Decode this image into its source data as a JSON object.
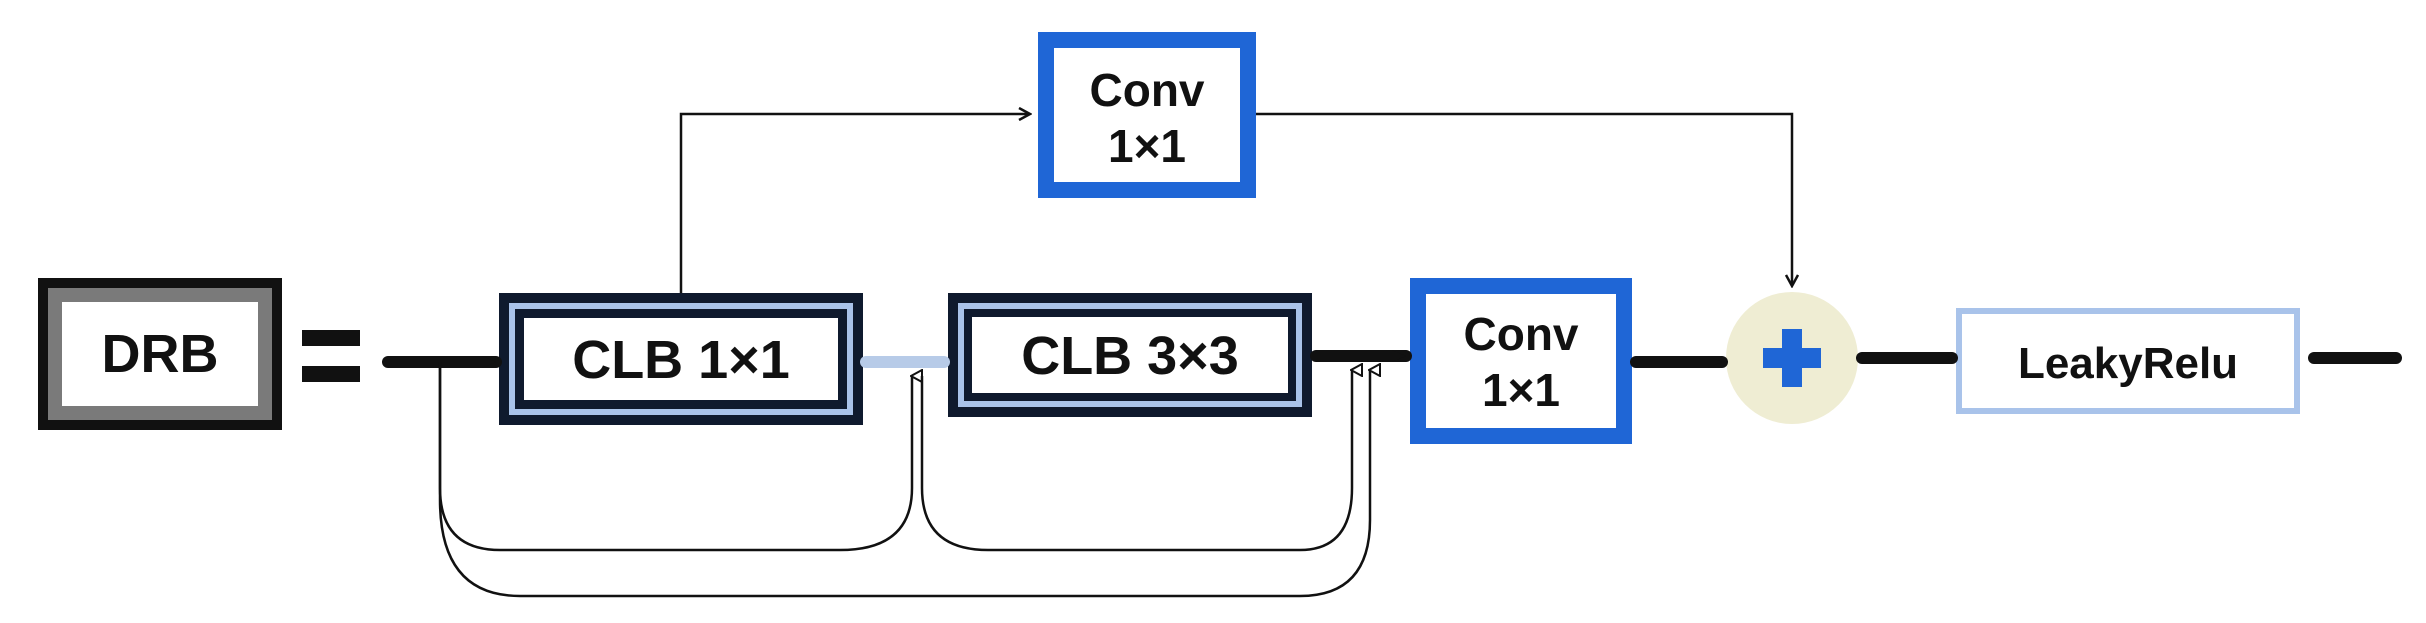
{
  "diagram": {
    "drb_label": "DRB",
    "equals_sign": "=",
    "clb1_label": "CLB 1×1",
    "clb3_label": "CLB 3×3",
    "conv_top_line1": "Conv",
    "conv_top_line2": "1×1",
    "conv_mid_line1": "Conv",
    "conv_mid_line2": "1×1",
    "add_symbol": "+",
    "leaky_label": "LeakyRelu"
  },
  "colors": {
    "black": "#111111",
    "dark_navy": "#0f1a2e",
    "light_blue_border": "#a9c3ea",
    "conv_blue": "#1f66d6",
    "add_circle_fill": "#efedd3",
    "add_symbol": "#1f66d6",
    "drb_gray": "#7a7a7a"
  }
}
